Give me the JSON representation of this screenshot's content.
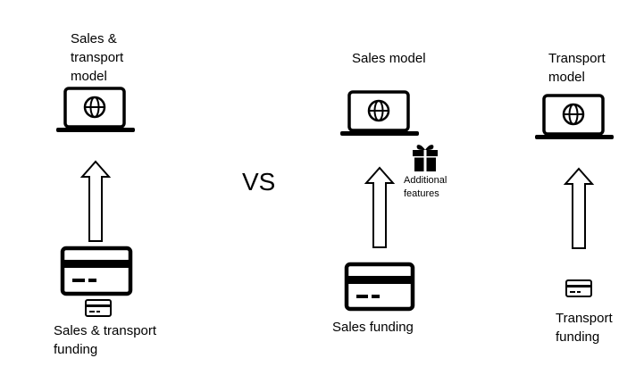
{
  "labels": {
    "combined_model": [
      "Sales &",
      "transport",
      "model"
    ],
    "sales_model": "Sales model",
    "transport_model": [
      "Transport",
      "model"
    ],
    "combined_funding": [
      "Sales & transport",
      "funding"
    ],
    "sales_funding": "Sales funding",
    "transport_funding": [
      "Transport",
      "funding"
    ],
    "additional_features": [
      "Additional",
      "features"
    ],
    "vs": "VS"
  },
  "icons": {
    "model": "laptop-globe-icon",
    "funding": "credit-card-icon",
    "arrow": "up-arrow-icon",
    "features": "gift-icon"
  },
  "colors": {
    "ink": "#000000",
    "background": "#ffffff"
  }
}
